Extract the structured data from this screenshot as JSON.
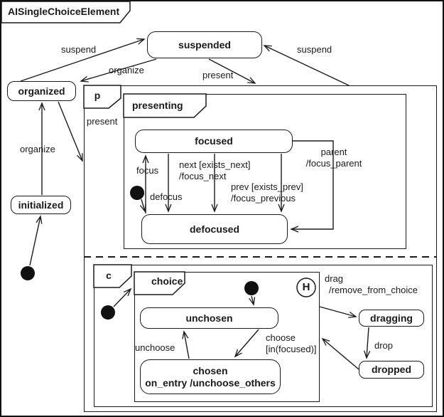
{
  "title": "AISingleChoiceElement",
  "colors": {
    "line": "#1a1a1a",
    "fill": "#ffffff"
  },
  "states": {
    "suspended": "suspended",
    "organized": "organized",
    "initialized": "initialized",
    "focused": "focused",
    "defocused": "defocused",
    "unchosen": "unchosen",
    "chosen": [
      "chosen",
      "on_entry /unchoose_others"
    ],
    "dragging": "dragging",
    "dropped": "dropped"
  },
  "regions": {
    "p": "p",
    "c": "c"
  },
  "composites": {
    "presenting": "presenting",
    "choice": "choice"
  },
  "pseudostates": {
    "history": "H"
  },
  "transitions": {
    "suspend_from_organized": "suspend",
    "organize_to_organized": "organize",
    "present_to_composite": "present",
    "suspend_from_composite": "suspend",
    "present_from_organized": "present",
    "organize_from_initialized": "organize",
    "focus": "focus",
    "defocus": "defocus",
    "next": [
      "next [exists_next]",
      "/focus_next"
    ],
    "prev": [
      "prev [exists_prev]",
      "/focus_previous"
    ],
    "parent": [
      "parent",
      "/focus_parent"
    ],
    "unchoose": "unchoose",
    "choose": [
      "choose",
      "[in(focused)]"
    ],
    "drag": [
      "drag",
      "/remove_from_choice"
    ],
    "drop": "drop"
  }
}
